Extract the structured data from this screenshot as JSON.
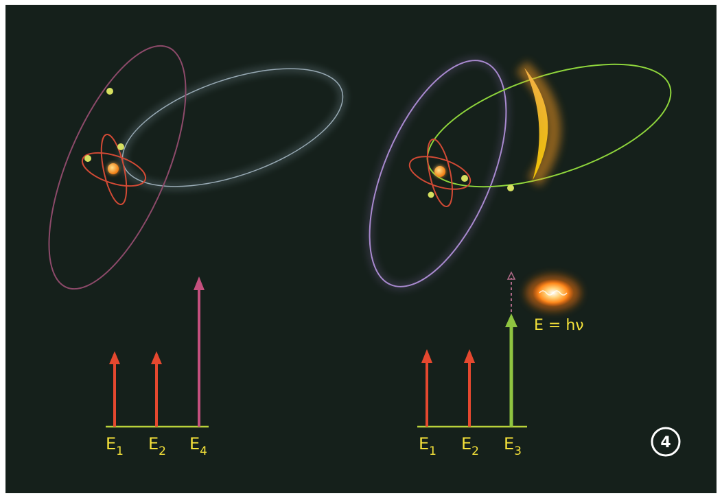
{
  "left_atom": {
    "levels": [
      {
        "name": "E",
        "sub": "1",
        "arrow_color": "#e5482f"
      },
      {
        "name": "E",
        "sub": "2",
        "arrow_color": "#e5482f"
      },
      {
        "name": "E",
        "sub": "4",
        "arrow_color": "#c4507e"
      }
    ]
  },
  "right_atom": {
    "levels": [
      {
        "name": "E",
        "sub": "1",
        "arrow_color": "#e5482f"
      },
      {
        "name": "E",
        "sub": "2",
        "arrow_color": "#e5482f"
      },
      {
        "name": "E",
        "sub": "3",
        "arrow_color": "#8fc440"
      }
    ]
  },
  "photon_equation": "E = hν",
  "figure_number": "4",
  "colors": {
    "background": "#15201b",
    "label": "#f5e23a",
    "nucleus": "#f28a1e",
    "electron": "#d6e060",
    "orbit_inner": "#d24a35",
    "orbit_left_outer": "#8d4a6a",
    "orbit_left_excited": "#b5cde0",
    "orbit_right_outer": "#9a7bc2",
    "orbit_right_excited": "#8fd63c",
    "photon": "#ffb020"
  }
}
